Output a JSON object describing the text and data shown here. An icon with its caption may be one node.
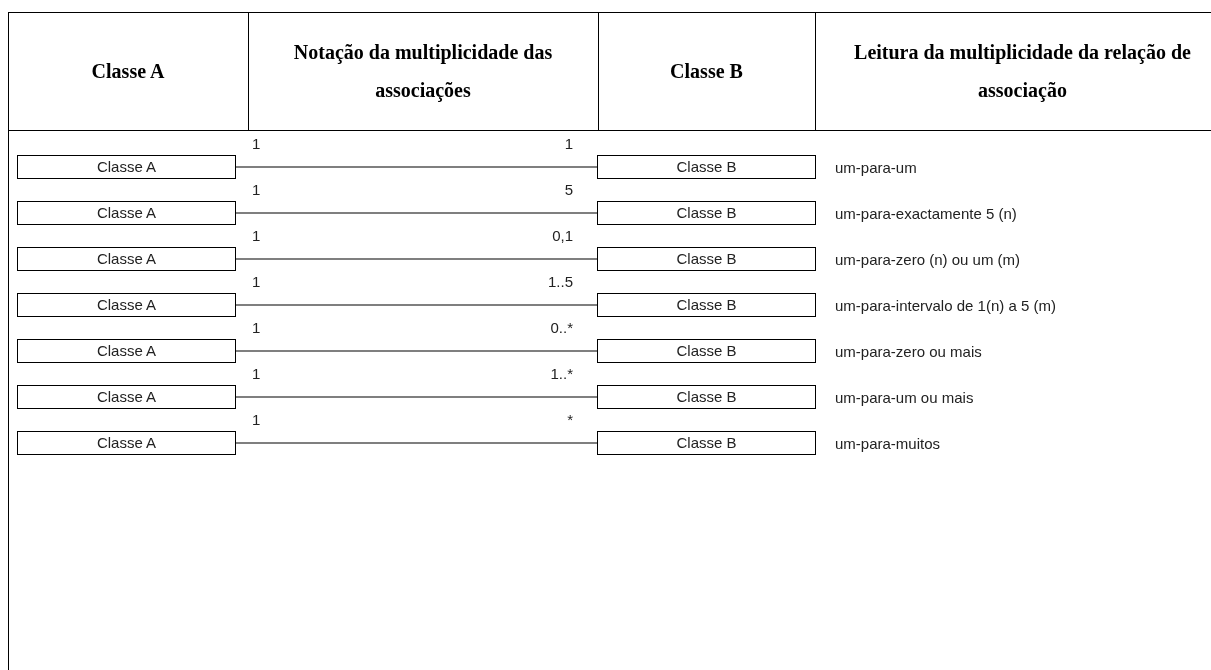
{
  "diagram": {
    "nodes": [
      {
        "text": [
          "Classe A"
        ]
      },
      {
        "text": [
          "Classe B"
        ]
      },
      {
        "text": [
          "Classe A"
        ]
      },
      {
        "text": [
          "Classe B"
        ]
      },
      {
        "text": [
          "Classe A"
        ]
      },
      {
        "text": [
          "Classe B"
        ]
      },
      {
        "text": [
          "Classe A"
        ]
      },
      {
        "text": [
          "Classe B"
        ]
      },
      {
        "text": [
          "Classe A"
        ]
      },
      {
        "text": [
          "Classe B"
        ]
      },
      {
        "text": [
          "Classe A"
        ]
      },
      {
        "text": [
          "Classe B"
        ]
      },
      {
        "text": [
          "Classe A"
        ]
      },
      {
        "text": [
          "Classe B"
        ]
      }
    ],
    "edges": [
      {
        "from": 0,
        "to": 1,
        "arrow": "none"
      },
      {
        "from": 2,
        "to": 3,
        "arrow": "none"
      },
      {
        "from": 4,
        "to": 5,
        "arrow": "none"
      },
      {
        "from": 6,
        "to": 7,
        "arrow": "none"
      },
      {
        "from": 8,
        "to": 9,
        "arrow": "none"
      },
      {
        "from": 10,
        "to": 11,
        "arrow": "none"
      },
      {
        "from": 12,
        "to": 13,
        "arrow": "none"
      }
    ],
    "labels": [
      "Classe A",
      "Notação da multiplicidade das associações",
      "Classe B",
      "Leitura da multiplicidade da relação de  associação",
      "1",
      "1",
      "um-para-um",
      "1",
      "5",
      "um-para-exactamente 5 (n)",
      "1",
      "0,1",
      "um-para-zero (n) ou um (m)",
      "1",
      "1..5",
      "um-para-intervalo de 1(n) a 5 (m)",
      "1",
      "0..*",
      "um-para-zero ou mais",
      "1",
      "1..*",
      "um-para-um ou mais",
      "1",
      "*",
      "um-para-muitos"
    ]
  }
}
